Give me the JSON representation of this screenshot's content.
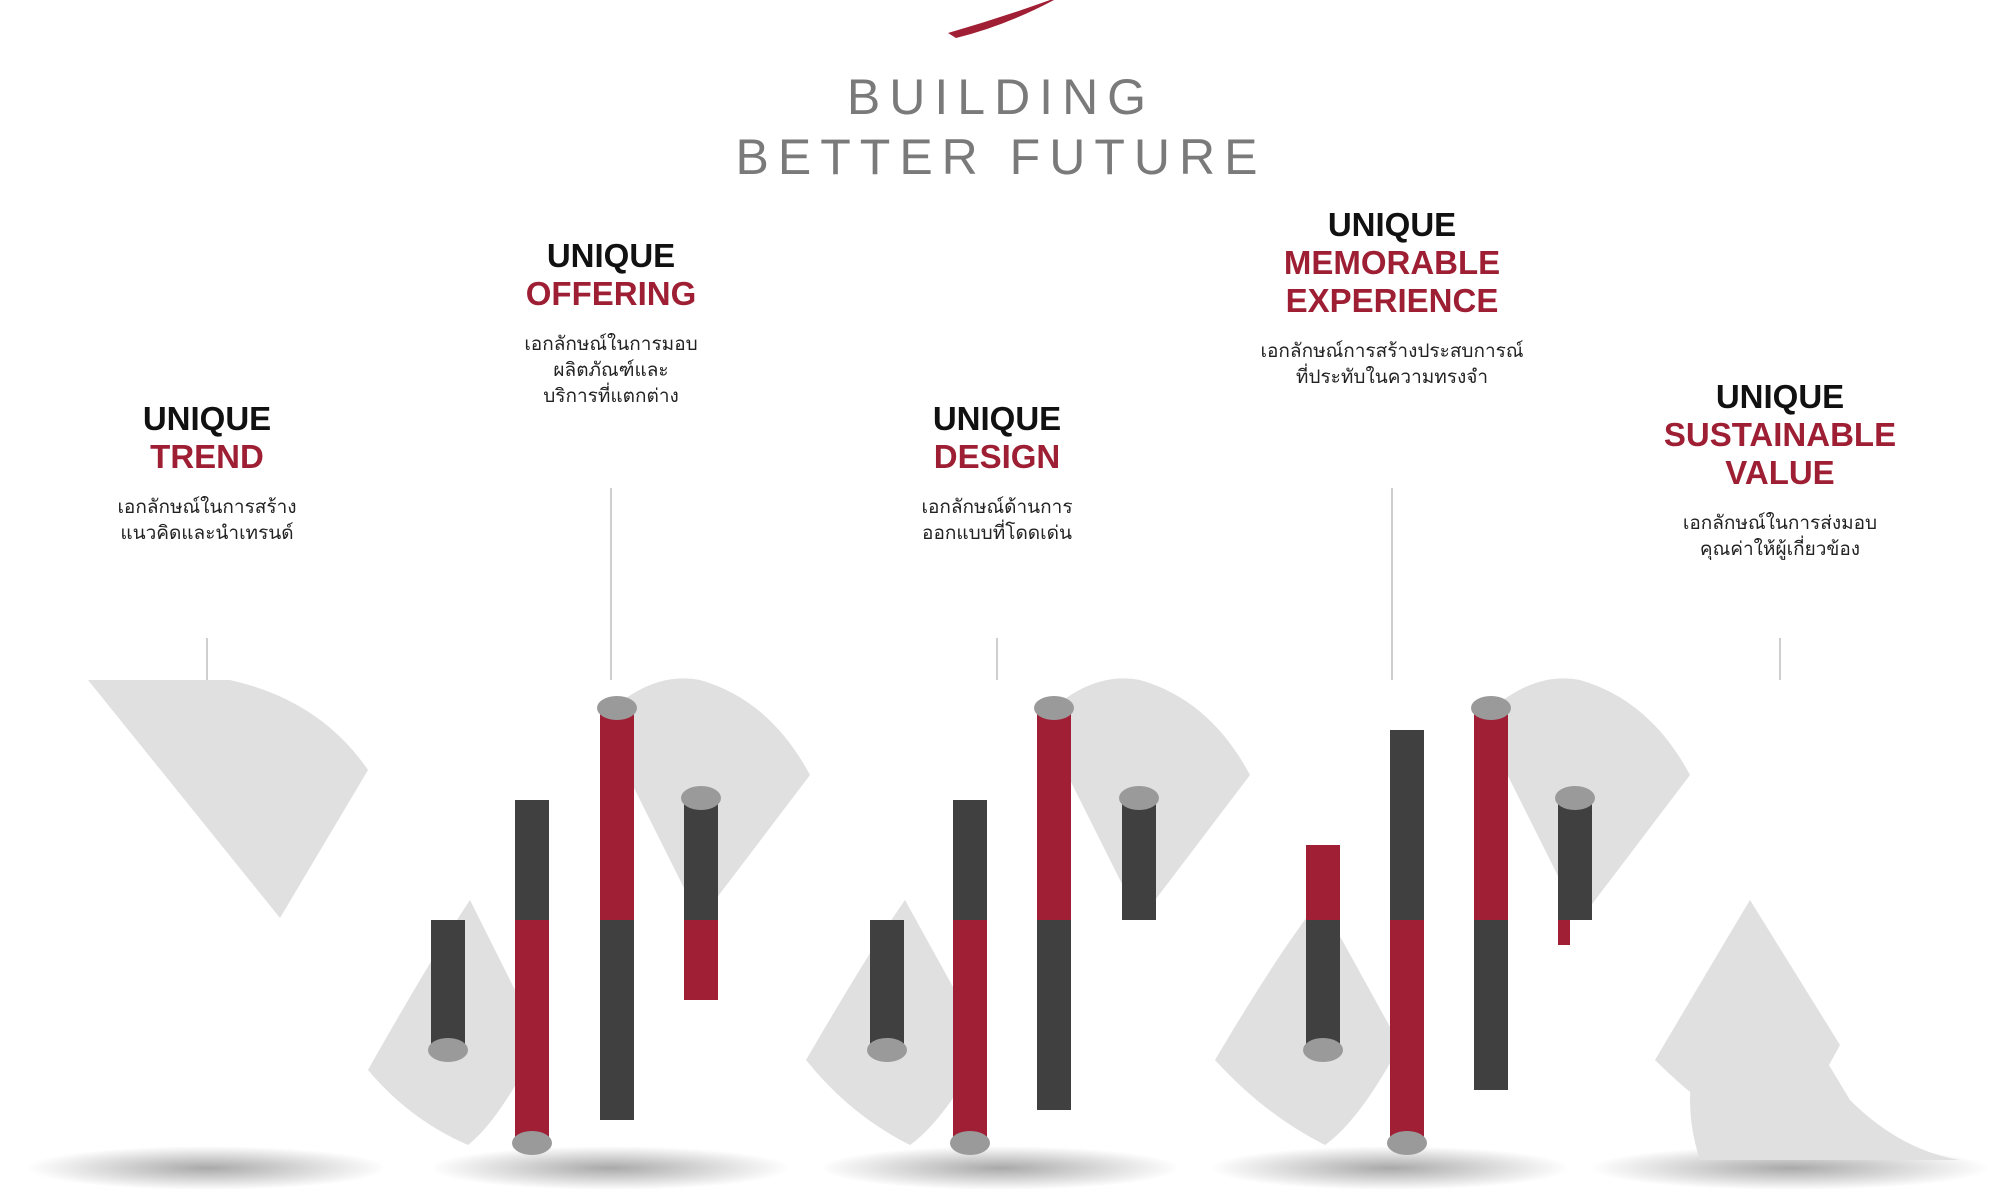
{
  "header": {
    "line1": "BUILDING",
    "line2": "BETTER FUTURE"
  },
  "colors": {
    "accent": "#a01f35",
    "dark_rung": "#404040",
    "helix": "#e0e0e0",
    "connector": "#bdbdbd",
    "heading_dark": "#111111",
    "heading_accent": "#9e1f34",
    "tagline": "#7a7a7a"
  },
  "items": [
    {
      "l1": "UNIQUE",
      "l2": "TREND",
      "l3": "",
      "desc1": "เอกลักษณ์ในการสร้าง",
      "desc2": "แนวคิดและนำเทรนด์"
    },
    {
      "l1": "UNIQUE",
      "l2": "OFFERING",
      "l3": "",
      "desc1": "เอกลักษณ์ในการมอบ",
      "desc2": "ผลิตภัณฑ์และ",
      "desc3": "บริการที่แตกต่าง"
    },
    {
      "l1": "UNIQUE",
      "l2": "DESIGN",
      "l3": "",
      "desc1": "เอกลักษณ์ด้านการ",
      "desc2": "ออกแบบที่โดดเด่น"
    },
    {
      "l1": "UNIQUE",
      "l2": "MEMORABLE",
      "l3": "EXPERIENCE",
      "desc1": "เอกลักษณ์การสร้างประสบการณ์",
      "desc2": "ที่ประทับในความทรงจำ"
    },
    {
      "l1": "UNIQUE",
      "l2": "SUSTAINABLE",
      "l3": "VALUE",
      "desc1": "เอกลักษณ์ในการส่งมอบ",
      "desc2": "คุณค่าให้ผู้เกี่ยวข้อง"
    }
  ]
}
